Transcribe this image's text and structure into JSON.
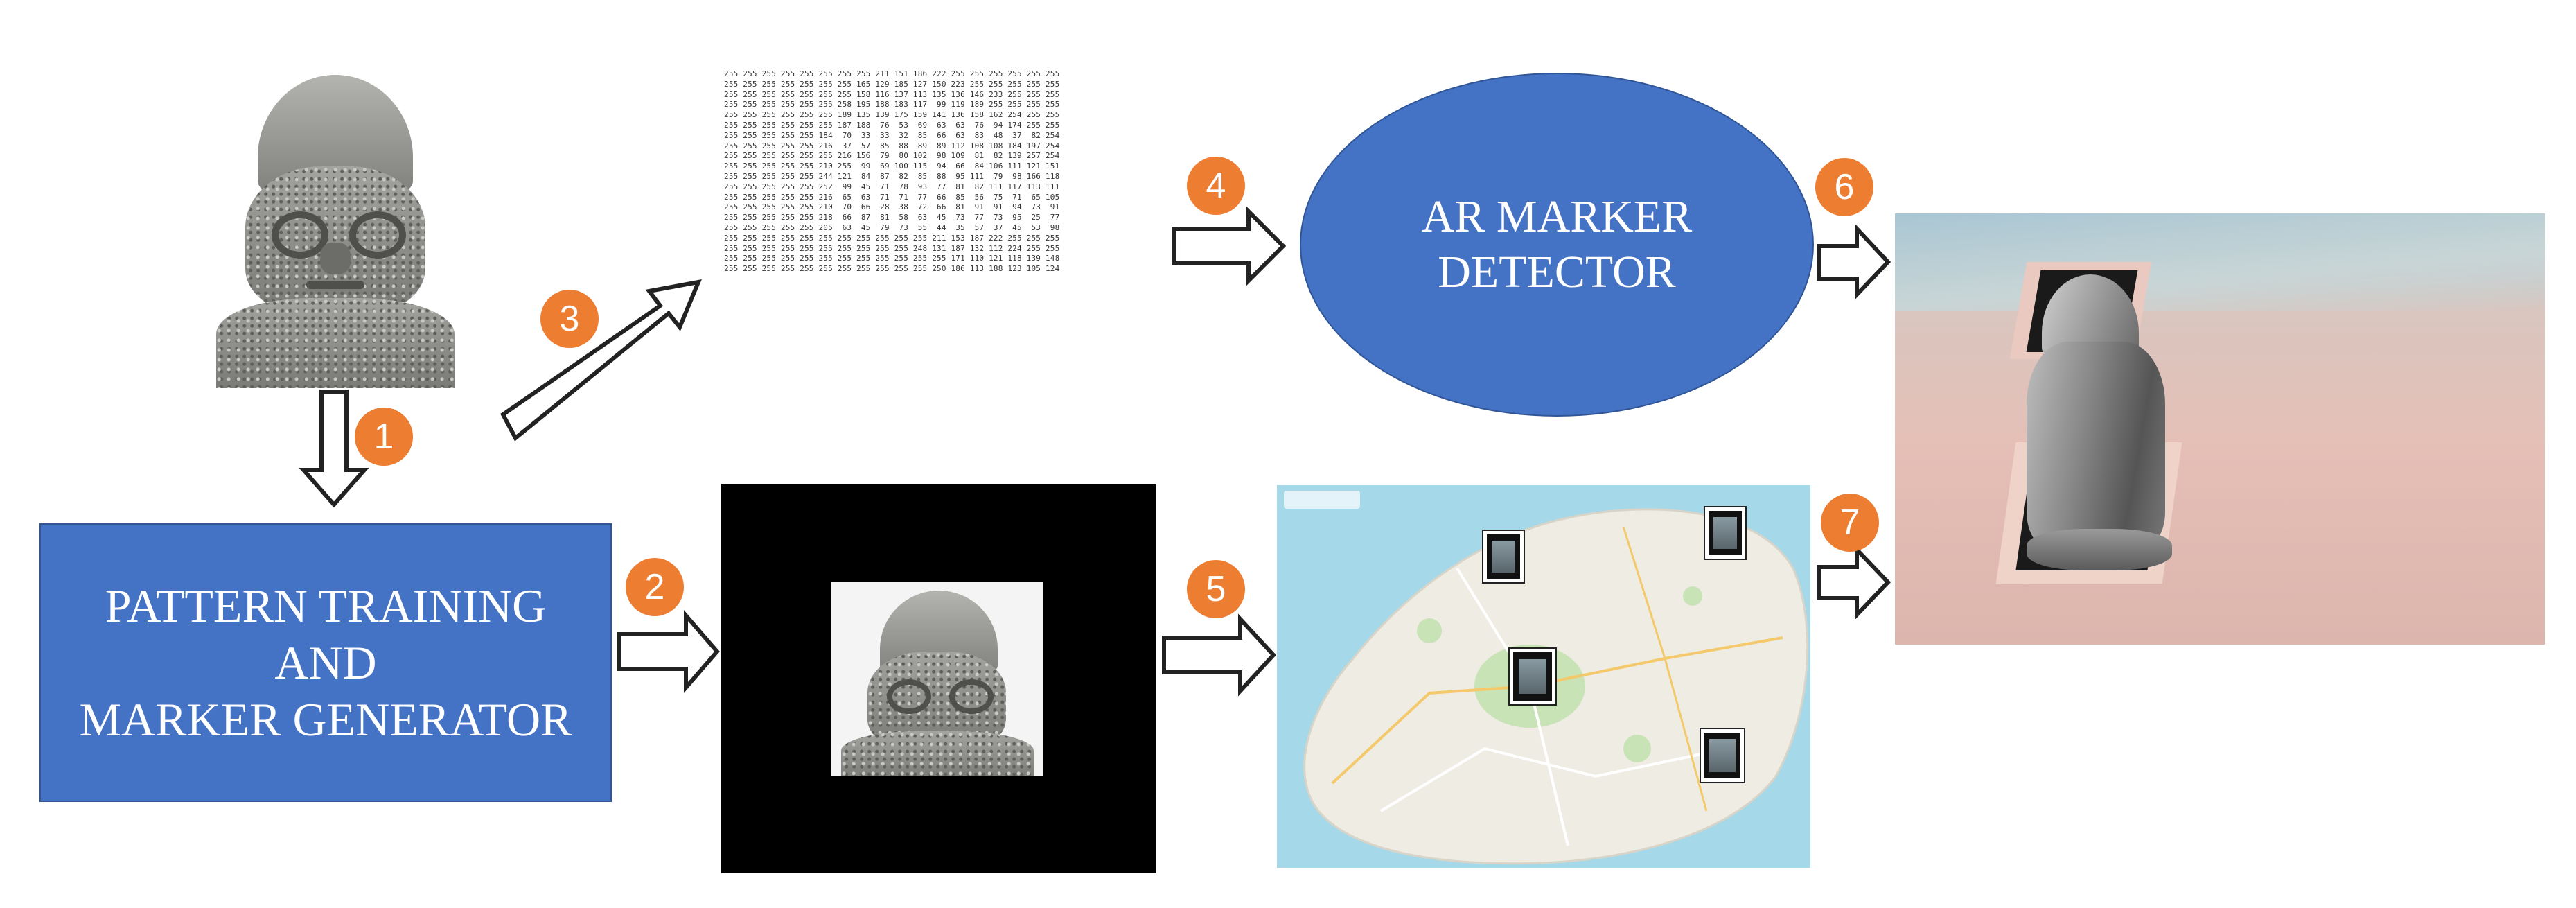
{
  "steps": [
    "1",
    "2",
    "3",
    "4",
    "5",
    "6",
    "7"
  ],
  "boxes": {
    "pattern_training": [
      "PATTERN TRAINING",
      "AND",
      "MARKER GENERATOR"
    ],
    "ar_detector": [
      "AR MARKER",
      "DETECTOR"
    ]
  },
  "matrix_rows": [
    "255 255 255 255 255 255 255 255 211 151 186 222 255 255 255 255 255 255",
    "255 255 255 255 255 255 255 165 129 185 127 150 223 255 255 255 255 255",
    "255 255 255 255 255 255 255 158 116 137 113 135 136 146 233 255 255 255",
    "255 255 255 255 255 255 258 195 188 183 117  99 119 189 255 255 255 255",
    "255 255 255 255 255 255 189 135 139 175 159 141 136 158 162 254 255 255",
    "255 255 255 255 255 255 187 188  76  53  69  63  63  76  94 174 255 255",
    "255 255 255 255 255 184  70  33  33  32  85  66  63  83  48  37  82 254",
    "255 255 255 255 255 216  37  57  85  88  89  89 112 108 108 184 197 254",
    "255 255 255 255 255 255 216 156  79  80 102  98 109  81  82 139 257 254",
    "255 255 255 255 255 210 255  99  69 100 115  94  66  84 106 111 121 151",
    "255 255 255 255 255 244 121  84  87  82  85  88  95 111  79  98 166 118",
    "255 255 255 255 255 252  99  45  71  78  93  77  81  82 111 117 113 111",
    "255 255 255 255 255 216  65  63  71  71  77  66  85  56  75  71  65 105",
    "255 255 255 255 255 210  70  66  28  38  72  66  81  91  91  94  73  91",
    "255 255 255 255 255 218  66  87  81  58  63  45  73  77  73  95  25  77",
    "255 255 255 255 255 205  63  45  79  73  55  44  35  57  37  45  53  98",
    "255 255 255 255 255 255 255 255 255 255 255 211 153 187 222 255 255 255",
    "255 255 255 255 255 255 255 255 255 255 248 131 187 132 112 224 255 255",
    "255 255 255 255 255 255 255 255 255 255 255 255 171 110 121 118 139 148",
    "255 255 255 255 255 255 255 255 255 255 255 250 186 113 188 123 105 124"
  ]
}
